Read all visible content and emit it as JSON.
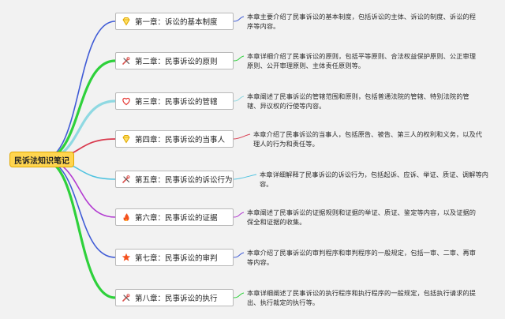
{
  "root": {
    "title": "民诉法知识笔记"
  },
  "chapters": [
    {
      "title": "第一章：诉讼的基本制度",
      "icon": "diamond-icon",
      "description": "本章主要介绍了民事诉讼的基本制度，包括诉讼的主体、诉讼的制度、诉讼的程\n序等内容。"
    },
    {
      "title": "第二章：民事诉讼的原则",
      "icon": "tools-icon",
      "description": "本章详细介绍了民事诉讼的原则，包括平等原则、合法权益保护原则、公正审理\n原则、公开审理原则、主体责任原则等。"
    },
    {
      "title": "第三章：民事诉讼的管辖",
      "icon": "heart-icon",
      "description": "本章阐述了民事诉讼的管辖范围和原则，包括普通法院的管辖、特别法院的管\n辖、异议权的行使等内容。"
    },
    {
      "title": "第四章：民事诉讼的当事人",
      "icon": "diamond-icon",
      "description": "本章介绍了民事诉讼的当事人，包括原告、被告、第三人的权利和义务，以及代\n理人的行为和责任等。"
    },
    {
      "title": "第五章：民事诉讼的诉讼行为",
      "icon": "tools-icon",
      "description": "本章详细解释了民事诉讼的诉讼行为，包括起诉、应诉、举证、质证、调解等内\n容。"
    },
    {
      "title": "第六章：民事诉讼的证据",
      "icon": "fire-icon",
      "description": "本章阐述了民事诉讼的证据规则和证据的举证、质证、鉴定等内容，以及证据的\n保全和证据的收集。"
    },
    {
      "title": "第七章：民事诉讼的审判",
      "icon": "star-icon",
      "description": "本章介绍了民事诉讼的审判程序和审判程序的一般规定，包括一审、二审、再审\n等内容。"
    },
    {
      "title": "第八章：民事诉讼的执行",
      "icon": "tools-icon",
      "description": "本章详细阐述了民事诉讼的执行程序和执行程序的一般规定，包括执行请求的提\n出、执行裁定的执行等。"
    }
  ],
  "colors": {
    "root_fill": "#ffd54f",
    "branch_1": "#3f5bd6",
    "branch_2": "#2ed13b",
    "branch_3": "#8fd9e2",
    "branch_4": "#d93a4e",
    "branch_5": "#4fc3e0",
    "branch_6": "#b23ad1",
    "branch_7": "#3f5bd6",
    "branch_8": "#2ed13b"
  }
}
